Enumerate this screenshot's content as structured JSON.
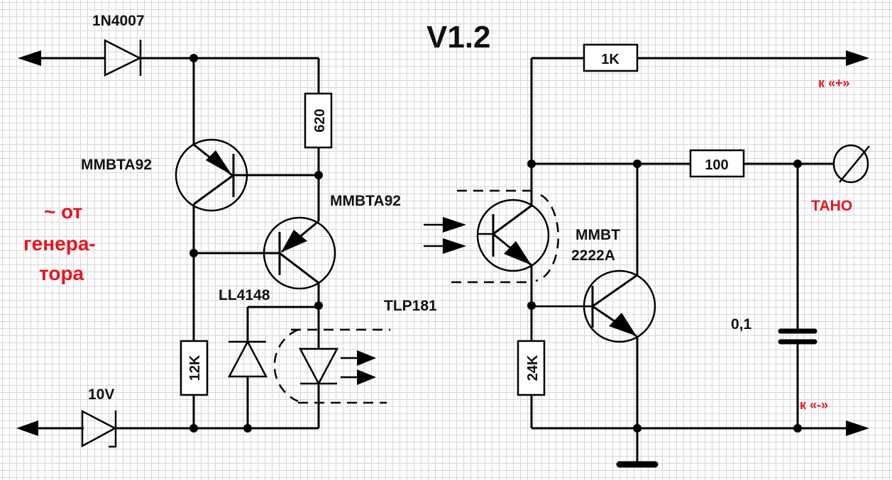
{
  "title": "V1.2",
  "labels": {
    "d1": "1N4007",
    "d_zener": "10V",
    "q1": "MMBTA92",
    "q2": "MMBTA92",
    "r_620": "620",
    "r_12k": "12K",
    "d_ll": "LL4148",
    "opto": "TLP181",
    "r_1k": "1K",
    "r_100": "100",
    "r_24k": "24K",
    "q3_line1": "MMBT",
    "q3_line2": "2222A",
    "cap": "0,1",
    "gen_line1": "~ от",
    "gen_line2": "генера-",
    "gen_line3": "тора",
    "plus": "к «+»",
    "minus": "к «-»",
    "taho": "ТАНО"
  },
  "colors": {
    "ink": "#000000",
    "accent_red": "#e8141c",
    "grid": "#d6d6d6"
  }
}
